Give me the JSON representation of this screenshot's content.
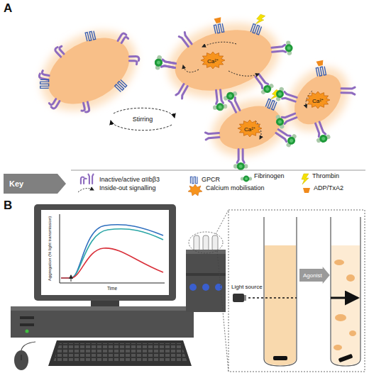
{
  "diagram": {
    "nodes": [
      {
        "text": [
          "Ca²⁺"
        ]
      },
      {
        "text": [
          "Ca²⁺"
        ]
      },
      {
        "text": [
          "Ca²⁺"
        ]
      },
      {
        "text": [
          "Key"
        ]
      },
      {
        "text": [
          "Agonist"
        ]
      }
    ],
    "labels": [
      "A",
      "Stirring",
      "B",
      "Aggregation (% light transmission)",
      "Time",
      "Light source"
    ],
    "legend": [
      {
        "text": "Inactive/active αIIbβ3"
      },
      {
        "text": "GPCR"
      },
      {
        "text": "Fibrinogen"
      },
      {
        "text": "Thrombin"
      },
      {
        "text": "Inside-out signalling"
      },
      {
        "text": "Calcium mobilisation"
      },
      {
        "text": "ADP/TxA2"
      }
    ]
  }
}
